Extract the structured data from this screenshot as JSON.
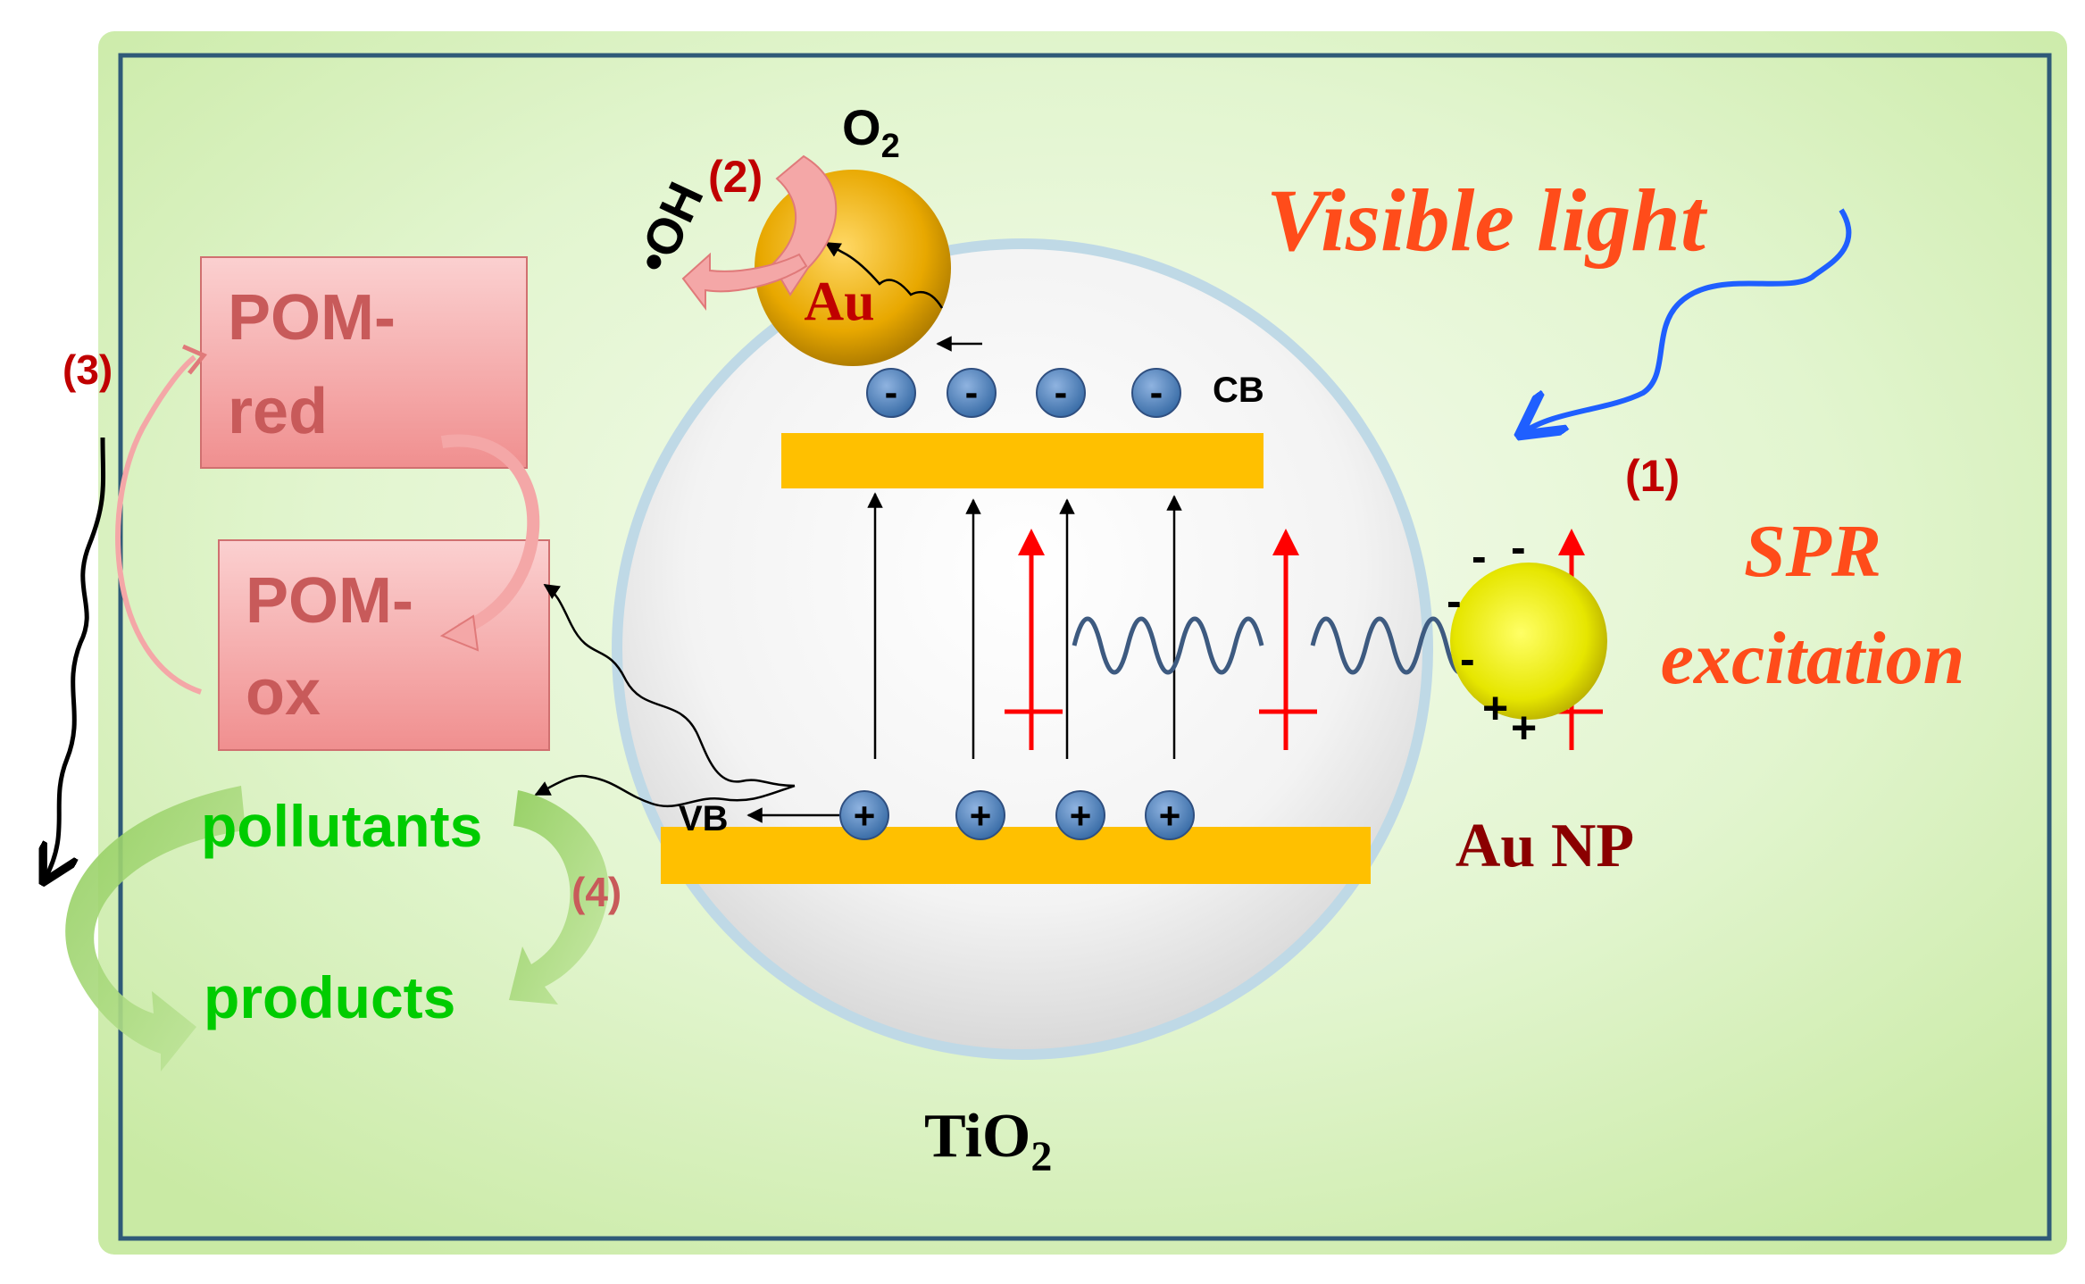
{
  "labels": {
    "o2": "O",
    "o2_sub": "2",
    "oh_radical": "•OH",
    "step_2": "(2)",
    "step_1": "(1)",
    "step_3": "(3)",
    "step_4": "(4)",
    "au_small": "Au",
    "au_np": "Au NP",
    "cb": "CB",
    "vb": "VB",
    "visible_light": "Visible light",
    "spr": "SPR",
    "excitation": "excitation",
    "pom_red_line1": "POM-",
    "pom_red_line2": "red",
    "pom_ox_line1": "POM-",
    "pom_ox_line2": "ox",
    "pollutants": "pollutants",
    "products": "products",
    "tio2": "TiO",
    "tio2_sub": "2",
    "minus": "-",
    "plus": "+",
    "spr_minus": "-",
    "spr_plus": "+"
  },
  "colors": {
    "background_green": "#d6f0b6",
    "frame_border": "#2f5a78",
    "band_yellow": "#ffc000",
    "electron_blue": "#4f81bd",
    "arrow_red": "#ff0000",
    "step_label_red": "#c00000",
    "orange_text": "#ff4c1a",
    "au_np_text": "#8b0000",
    "green_text": "#00cc00",
    "pom_fill": "#f4a7a7",
    "light_blue": "#1f5fff"
  }
}
